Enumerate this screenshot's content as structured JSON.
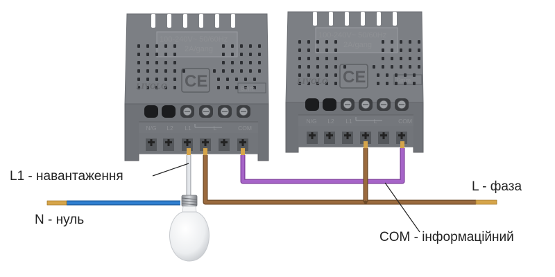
{
  "labels": {
    "load": "L1 - навантаження",
    "neutral": "N -  нуль",
    "phase": "L - фаза",
    "com": "COM - інформаційний"
  },
  "module_left": {
    "rating_line1": "100-240V~  50/60Hz",
    "rating_line2": "2A/gang",
    "brand": "LIVOLO",
    "ce_mark": "CE",
    "strip_length": "6mm",
    "terminals": [
      "N/G",
      "L2",
      "L1",
      "L",
      "COM"
    ]
  },
  "module_right": {
    "rating_line1": "100-240V~  50/60Hz",
    "rating_line2": "2A/gang",
    "brand": "LIVOLO",
    "ce_mark": "CE",
    "strip_length": "6mm",
    "terminals": [
      "N/G",
      "L2",
      "L1",
      "L",
      "COM"
    ]
  },
  "colors": {
    "module_body": "#7c7f84",
    "module_dark": "#6b6e73",
    "wire_neutral": "#2f7fd0",
    "wire_phase": "#9a6a3e",
    "wire_com": "#a664c8",
    "wire_load": "#d9dde2",
    "copper": "#d6a54a"
  },
  "icons": {
    "lamp": "led-bulb-icon",
    "ce": "ce-mark-icon"
  }
}
